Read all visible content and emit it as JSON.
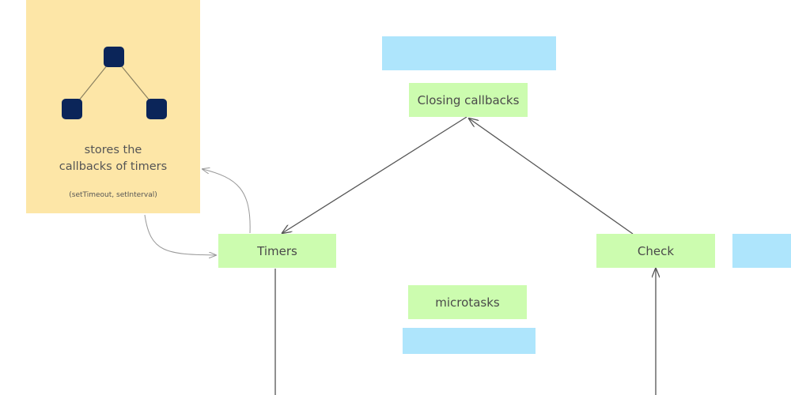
{
  "note": {
    "title_line1": "stores the",
    "title_line2": "callbacks of timers",
    "subtitle": "(setTimeout, setInterval)"
  },
  "nodes": {
    "closing": "Closing callbacks",
    "timers": "Timers",
    "check": "Check",
    "microtasks": "microtasks"
  },
  "colors": {
    "green": "#ccfcaf",
    "blue": "#aee5fc",
    "note": "#fde6a7",
    "tree_node": "#0b2559"
  }
}
